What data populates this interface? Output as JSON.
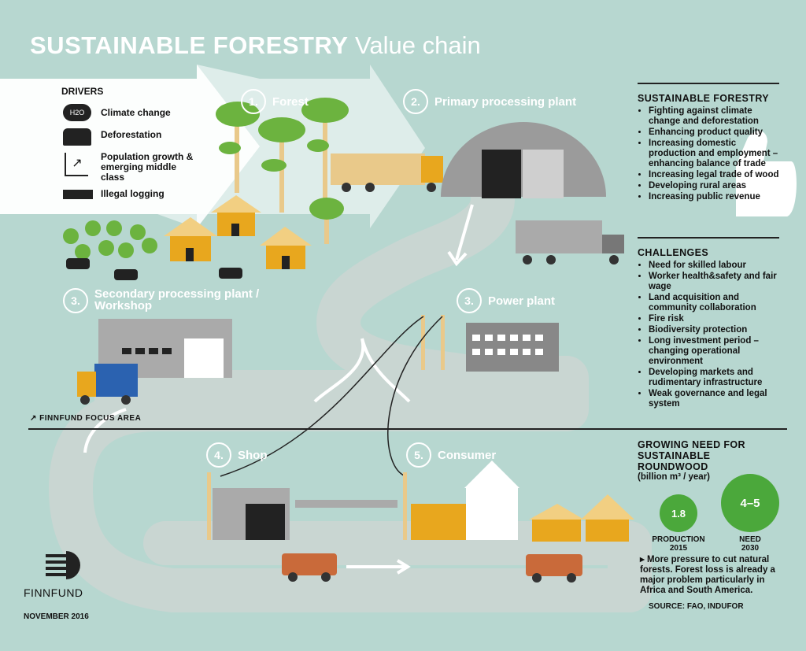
{
  "title": {
    "bold": "SUSTAINABLE FORESTRY",
    "light": "Value chain"
  },
  "drivers": {
    "heading": "DRIVERS",
    "items": [
      {
        "label": "Climate change",
        "icon": "cloud-h2o-icon",
        "badge": "H2O"
      },
      {
        "label": "Deforestation",
        "icon": "tree-stump-icon"
      },
      {
        "label": "Population growth & emerging middle class",
        "icon": "growth-chart-icon"
      },
      {
        "label": "Illegal logging",
        "icon": "chainsaw-icon"
      }
    ]
  },
  "stages": [
    {
      "num": "1.",
      "label": "Forest"
    },
    {
      "num": "2.",
      "label": "Primary processing plant"
    },
    {
      "num": "3.",
      "label": "Secondary processing plant / Workshop"
    },
    {
      "num": "3.",
      "label": "Power plant"
    },
    {
      "num": "4.",
      "label": "Shop"
    },
    {
      "num": "5.",
      "label": "Consumer"
    }
  ],
  "focus_area": "FINNFUND FOCUS AREA",
  "sustainable": {
    "heading": "SUSTAINABLE FORESTRY",
    "items": [
      "Fighting against climate change and deforestation",
      "Enhancing product quality",
      "Increasing domestic production and employment – enhancing balance of trade",
      "Increasing legal trade of wood",
      "Developing rural areas",
      "Increasing public revenue"
    ]
  },
  "challenges": {
    "heading": "CHALLENGES",
    "items": [
      "Need for skilled labour",
      "Worker health&safety and fair wage",
      "Land acquisition and community collaboration",
      "Fire risk",
      "Biodiversity protection",
      "Long investment period – changing operational environment",
      "Developing markets and rudimentary infrastructure",
      "Weak governance and legal system"
    ]
  },
  "need": {
    "heading": "GROWING NEED FOR SUSTAINABLE ROUNDWOOD",
    "unit": "(billion m³ / year)",
    "production": {
      "value": "1.8",
      "label": "PRODUCTION",
      "year": "2015"
    },
    "need": {
      "value": "4–5",
      "label": "NEED",
      "year": "2030"
    },
    "note": "More pressure to cut natural forests. Forest loss is already a major problem particularly in Africa and South America.",
    "source": "SOURCE: FAO, INDUFOR"
  },
  "logo": "FINNFUND",
  "date": "NOVEMBER 2016",
  "colors": {
    "background": "#b7d7d0",
    "green": "#4ba83b",
    "tree": "#6cb33f",
    "yellow": "#e8a71e",
    "road": "#c4d3cf"
  }
}
